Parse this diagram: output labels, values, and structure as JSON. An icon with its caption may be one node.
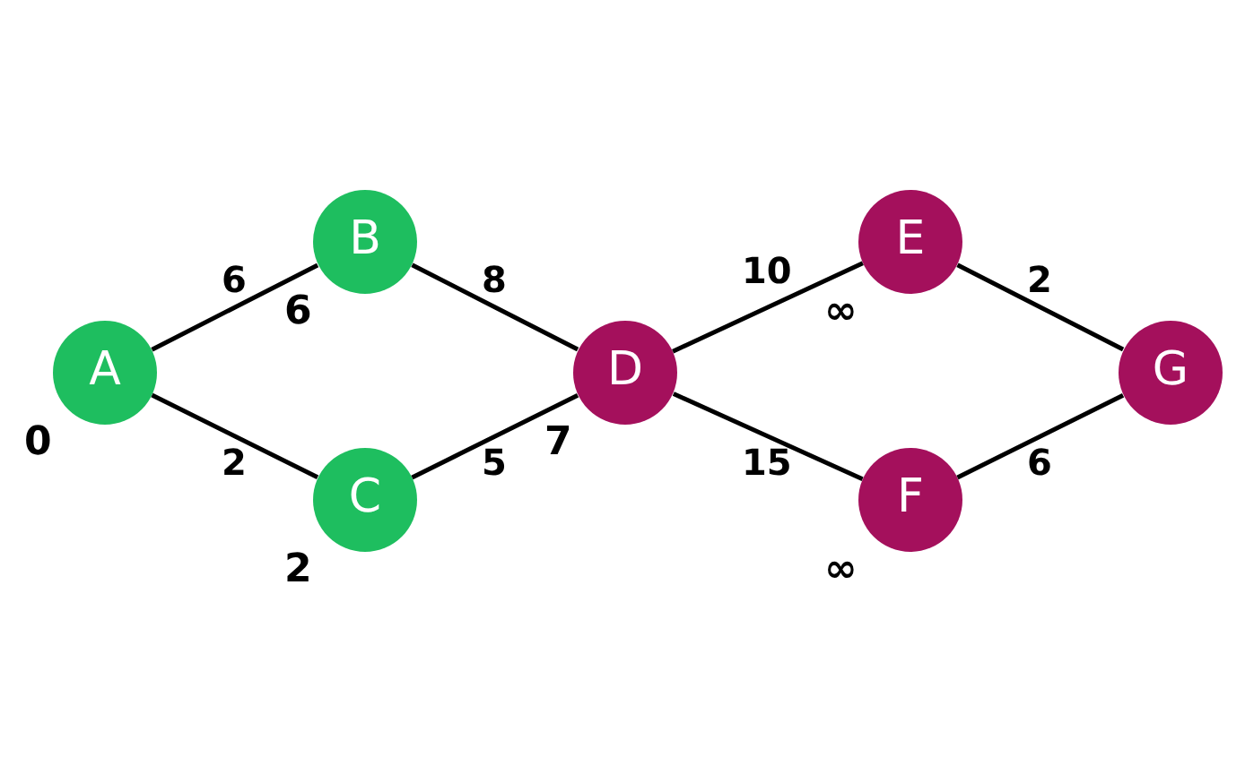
{
  "diagram": {
    "nodes": [
      {
        "text": [
          "A"
        ],
        "beside": [
          "0"
        ]
      },
      {
        "text": [
          "B"
        ],
        "beside": [
          "6"
        ]
      },
      {
        "text": [
          "C"
        ],
        "beside": [
          "2"
        ]
      },
      {
        "text": [
          "D"
        ],
        "beside": [
          "7"
        ]
      },
      {
        "text": [
          "E"
        ],
        "beside": [
          "∞"
        ]
      },
      {
        "text": [
          "F"
        ],
        "beside": [
          "∞"
        ]
      },
      {
        "text": [
          "G"
        ]
      }
    ],
    "edges": [
      {
        "from": 0,
        "to": 1,
        "arrow": "none",
        "label": "6"
      },
      {
        "from": 1,
        "to": 3,
        "arrow": "none",
        "label": "8"
      },
      {
        "from": 0,
        "to": 2,
        "arrow": "none",
        "label": "2"
      },
      {
        "from": 2,
        "to": 3,
        "arrow": "none",
        "label": "5"
      },
      {
        "from": 3,
        "to": 4,
        "arrow": "none",
        "label": "10"
      },
      {
        "from": 3,
        "to": 5,
        "arrow": "none",
        "label": "15"
      },
      {
        "from": 4,
        "to": 6,
        "arrow": "none",
        "label": "2"
      },
      {
        "from": 5,
        "to": 6,
        "arrow": "none",
        "label": "6"
      }
    ]
  }
}
